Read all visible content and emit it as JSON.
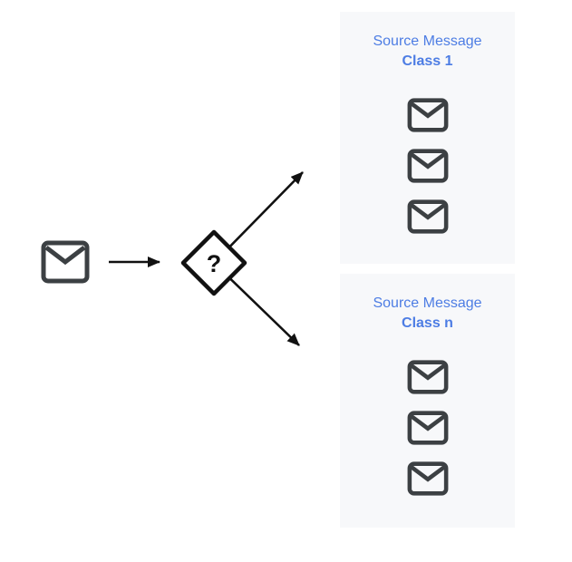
{
  "diagram": {
    "question_mark": "?",
    "colors": {
      "accent_blue": "#4d7de4",
      "icon_gray": "#3c4043",
      "panel_bg": "#f7f8fa",
      "line_black": "#111111"
    },
    "icons": {
      "input": "mail-icon",
      "classifier": "decision-diamond-icon",
      "panel_items": "mail-icon"
    }
  },
  "panels": [
    {
      "title": "Source Message",
      "class_label": "Class 1",
      "message_count": 3
    },
    {
      "title": "Source Message",
      "class_label": "Class n",
      "message_count": 3
    }
  ]
}
